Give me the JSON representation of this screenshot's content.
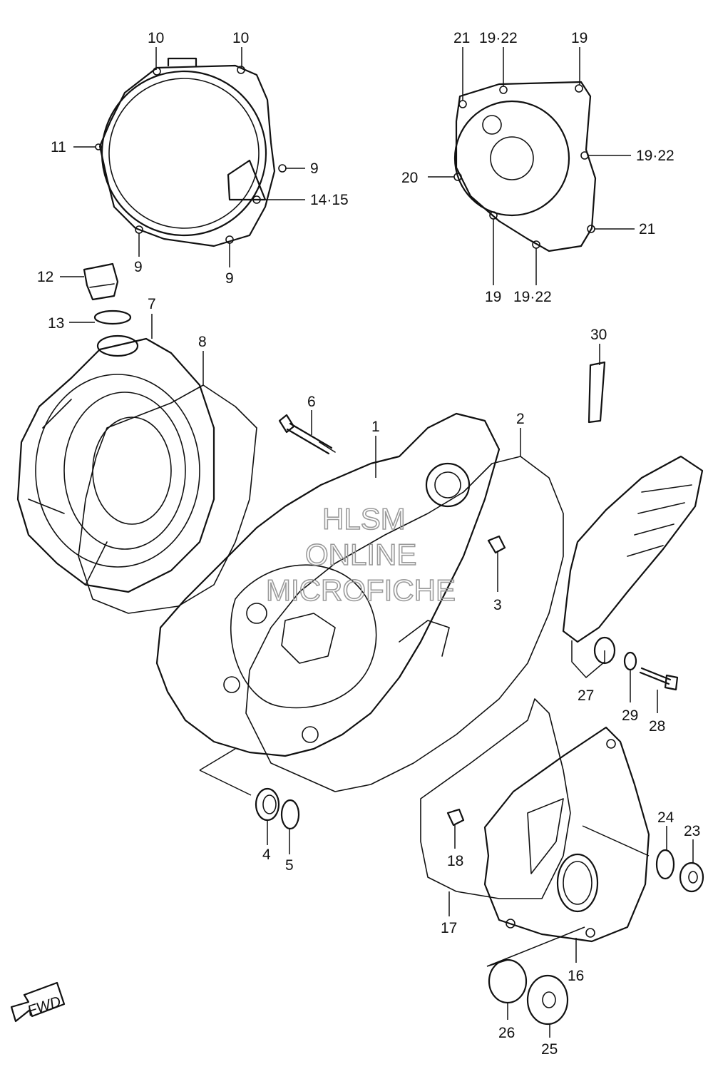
{
  "callouts": {
    "c10a": "10",
    "c10b": "10",
    "c11": "11",
    "c9a": "9",
    "c1415": "14·15",
    "c9b": "9",
    "c9c": "9",
    "c21a": "21",
    "c1922a": "19·22",
    "c19a": "19",
    "c1922b": "19·22",
    "c20": "20",
    "c21b": "21",
    "c19b": "19",
    "c1922c": "19·22",
    "c12": "12",
    "c13": "13",
    "c7": "7",
    "c8": "8",
    "c6": "6",
    "c1": "1",
    "c2": "2",
    "c30": "30",
    "c3": "3",
    "c27": "27",
    "c29": "29",
    "c28": "28",
    "c4": "4",
    "c5": "5",
    "c18": "18",
    "c17": "17",
    "c16": "16",
    "c24": "24",
    "c23": "23",
    "c26": "26",
    "c25": "25"
  },
  "watermark": {
    "line1": "HLSM",
    "line2": "ONLINE",
    "line3": "MICROFICHE"
  },
  "fwd_label": "FWD",
  "colors": {
    "line": "#111111",
    "watermark": "#9a9a9a",
    "background": "#ffffff"
  }
}
